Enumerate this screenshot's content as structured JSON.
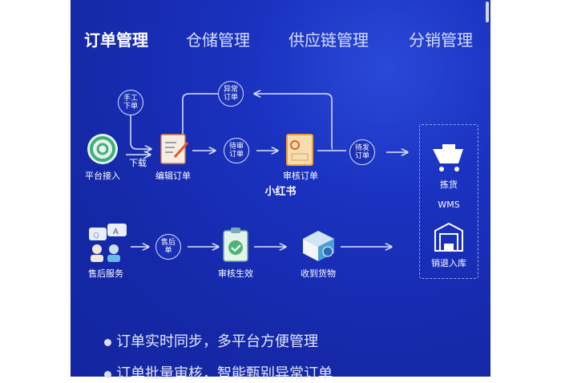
{
  "tabs": [
    {
      "label": "订单管理",
      "active": true
    },
    {
      "label": "仓储管理"
    },
    {
      "label": "供应链管理"
    },
    {
      "label": "分销管理"
    }
  ],
  "flow1": {
    "platform": "平台接入",
    "manual": "手工下单",
    "download": "下载",
    "edit": "编辑订单",
    "abnormal": "异常订单",
    "pending_review": "待审订单",
    "review": "审核订单",
    "pending_ship": "待发订单"
  },
  "watermark": "小红书",
  "wms": {
    "pick": "拣货",
    "label": "WMS",
    "return": "销退入库"
  },
  "flow2": {
    "service": "售后服务",
    "ticket": "售后单",
    "approve": "审核生效",
    "receive": "收到货物"
  },
  "bullets": [
    "订单实时同步，多平台方便管理",
    "订单批量审核，智能甄别异常订单"
  ],
  "colors": {
    "background": "#1528a8",
    "accent": "#f0a030",
    "green": "#3fae7a"
  }
}
